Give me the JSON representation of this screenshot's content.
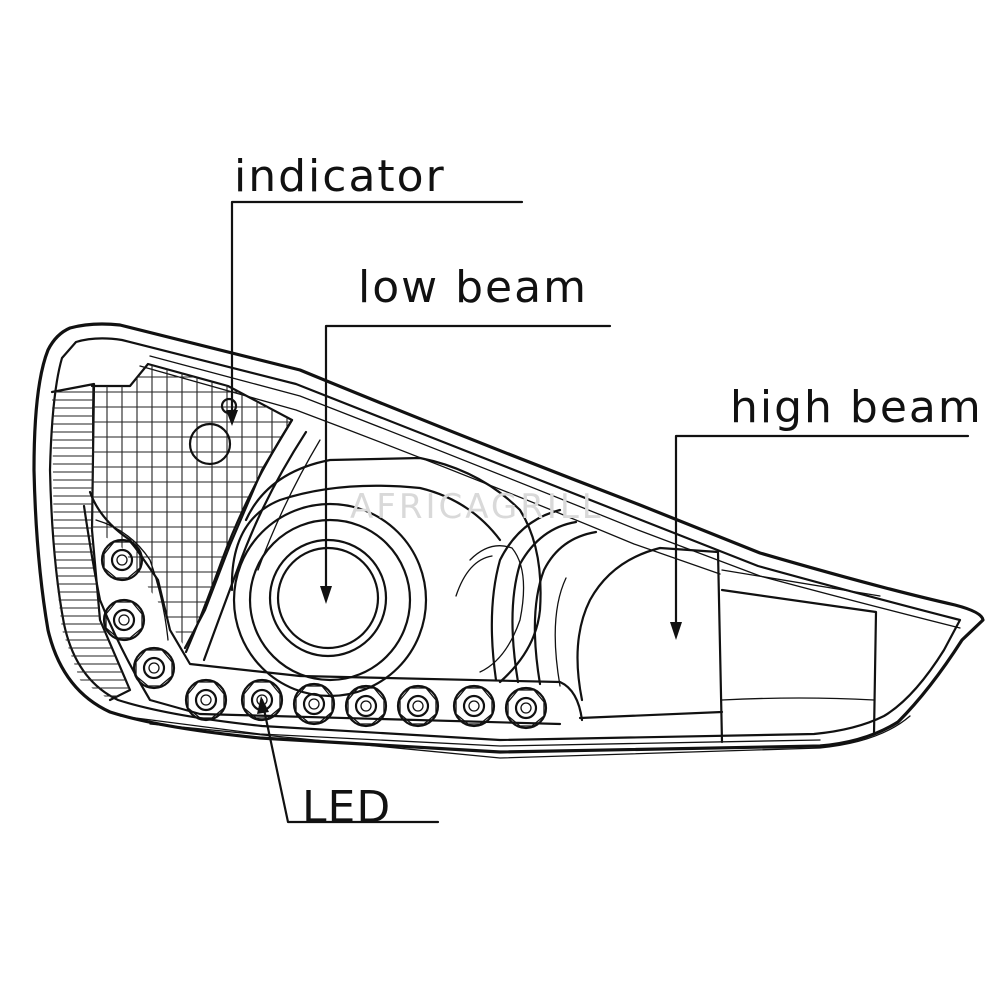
{
  "labels": {
    "indicator": "indicator",
    "low_beam": "low beam",
    "high_beam": "high beam",
    "led": "LED"
  },
  "watermark": "AFRICAGRILL",
  "colors": {
    "line": "#111111",
    "background": "#ffffff",
    "watermark": "#d9d9d9"
  }
}
